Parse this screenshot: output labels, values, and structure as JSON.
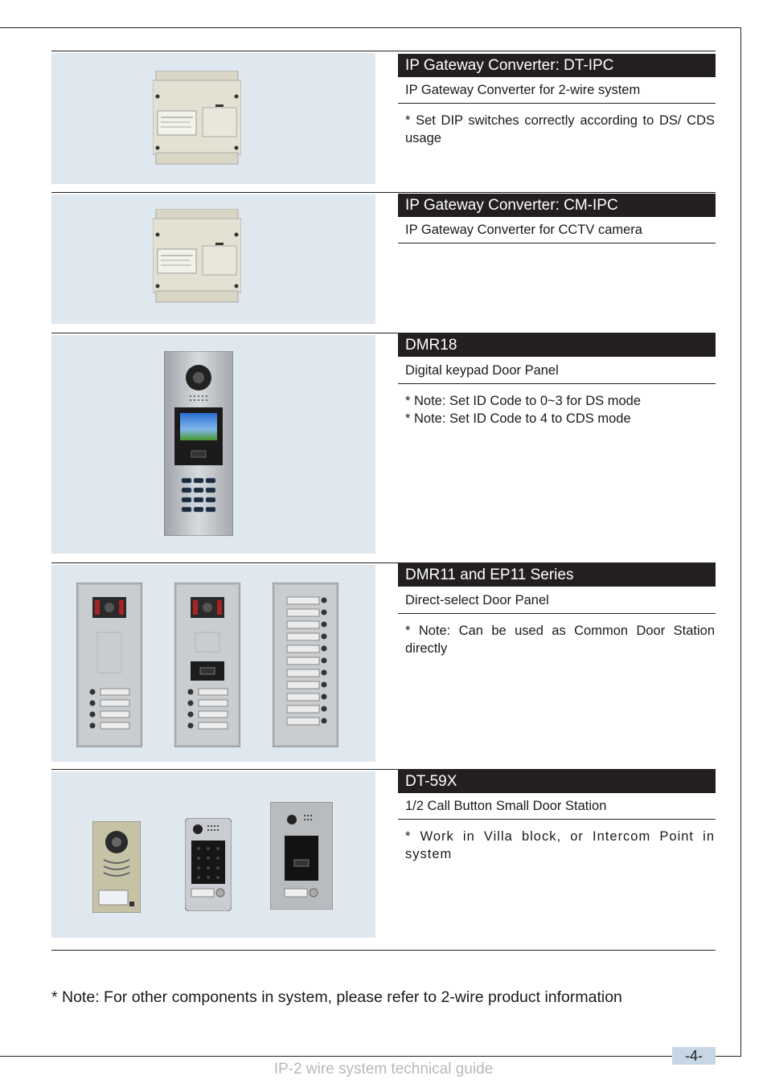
{
  "products": [
    {
      "title": "IP Gateway Converter: DT-IPC",
      "subtitle": "IP Gateway Converter for 2-wire system",
      "notes": [
        "* Set DIP switches correctly according to DS/ CDS usage"
      ]
    },
    {
      "title": "IP Gateway Converter: CM-IPC",
      "subtitle": "IP Gateway Converter for CCTV camera",
      "notes": []
    },
    {
      "title": "DMR18",
      "subtitle": "Digital keypad Door Panel",
      "notes": [
        "* Note: Set ID Code to 0~3 for DS mode",
        "* Note: Set ID Code to 4 to CDS mode"
      ]
    },
    {
      "title": "DMR11 and EP11 Series",
      "subtitle": "Direct-select Door Panel",
      "notes": [
        "* Note: Can be used as Common Door Station directly"
      ]
    },
    {
      "title": "DT-59X",
      "subtitle": "1/2 Call Button Small Door Station",
      "notes": [
        "* Work in Villa block, or Intercom Point in system"
      ]
    }
  ],
  "footer_note": "* Note: For other components in system, please refer to 2-wire product information",
  "page_number": "-4-",
  "document_footer": "IP-2 wire system technical guide",
  "colors": {
    "title_bar": "#231f20",
    "image_bg": "#dfe7ef",
    "page_tab": "#c6d6e4"
  }
}
